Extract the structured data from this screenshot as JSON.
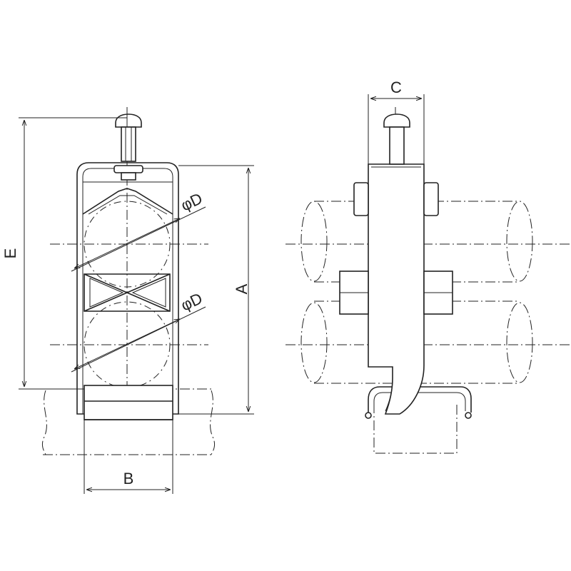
{
  "dimensions": {
    "A": "A",
    "B": "B",
    "C": "C",
    "E": "E",
    "D_upper": "φD",
    "D_lower": "φD"
  }
}
